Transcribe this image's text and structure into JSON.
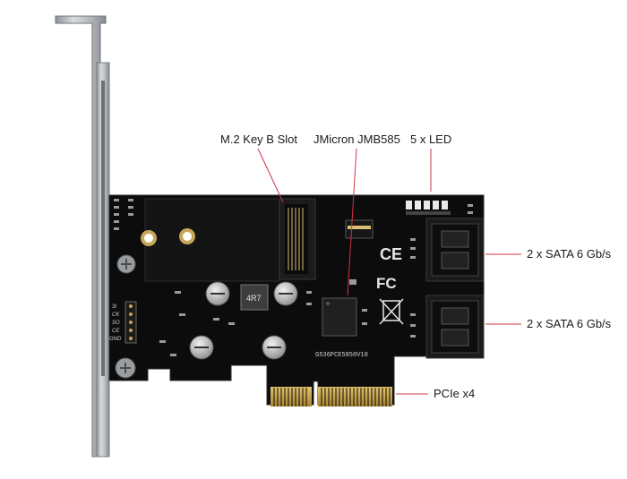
{
  "callouts": {
    "m2_slot": "M.2 Key B Slot",
    "controller": "JMicron JMB585",
    "leds": "5 x LED",
    "sata_top": "2 x SATA 6 Gb/s",
    "sata_bottom": "2 x SATA 6 Gb/s",
    "pcie": "PCIe x4"
  },
  "board": {
    "part_number": "G536PCE5850V10",
    "inductor_code": "4R7",
    "header_pins": [
      "3I",
      "CK",
      "SO",
      "CE",
      "GND"
    ]
  },
  "colors": {
    "pcb": "#0c0c0c",
    "bracket": "#b9bcbf",
    "gold": "#c9a44a",
    "leader": "#d0344a"
  }
}
